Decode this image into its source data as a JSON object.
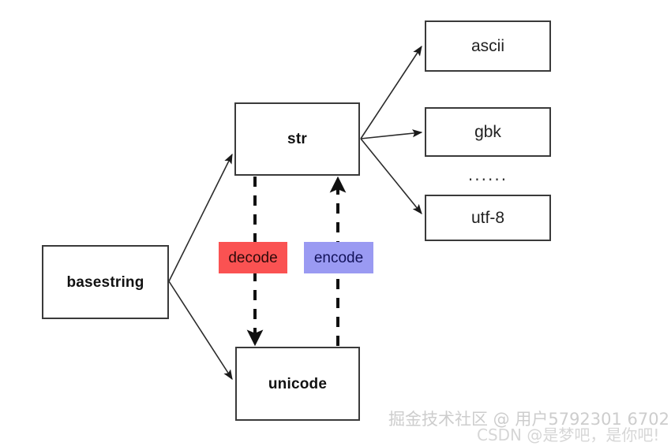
{
  "diagram": {
    "type": "flow-diagram",
    "title_visible": false,
    "background_color": "#ffffff",
    "nodes": [
      {
        "id": "basestring",
        "label": "basestring",
        "style": "box-bold",
        "border_color": "#3a3a3a",
        "fill": "#ffffff"
      },
      {
        "id": "str",
        "label": "str",
        "style": "box-bold",
        "border_color": "#3a3a3a",
        "fill": "#ffffff"
      },
      {
        "id": "unicode",
        "label": "unicode",
        "style": "box-bold",
        "border_color": "#3a3a3a",
        "fill": "#ffffff"
      },
      {
        "id": "ascii",
        "label": "ascii",
        "style": "box-regular",
        "border_color": "#3a3a3a",
        "fill": "#ffffff"
      },
      {
        "id": "gbk",
        "label": "gbk",
        "style": "box-regular",
        "border_color": "#3a3a3a",
        "fill": "#ffffff"
      },
      {
        "id": "utf8",
        "label": "utf-8",
        "style": "box-regular",
        "border_color": "#3a3a3a",
        "fill": "#ffffff"
      }
    ],
    "ellipsis": "......",
    "operations": [
      {
        "id": "decode",
        "label": "decode",
        "fill": "#fa5252",
        "text_color": "#2d0a0a",
        "direction": "str-to-unicode"
      },
      {
        "id": "encode",
        "label": "encode",
        "fill": "#9a9af2",
        "text_color": "#12125a",
        "direction": "unicode-to-str"
      }
    ],
    "edges": [
      {
        "from": "basestring",
        "to": "str",
        "style": "solid",
        "arrow": "to"
      },
      {
        "from": "basestring",
        "to": "unicode",
        "style": "solid",
        "arrow": "to"
      },
      {
        "from": "str",
        "to": "ascii",
        "style": "solid",
        "arrow": "to"
      },
      {
        "from": "str",
        "to": "gbk",
        "style": "solid",
        "arrow": "to"
      },
      {
        "from": "str",
        "to": "utf8",
        "style": "solid",
        "arrow": "to"
      },
      {
        "from": "str",
        "to": "unicode",
        "style": "dashed",
        "arrow": "to",
        "label": "decode"
      },
      {
        "from": "unicode",
        "to": "str",
        "style": "dashed",
        "arrow": "to",
        "label": "encode"
      }
    ]
  },
  "watermarks": {
    "juejin": "掘金技术社区 @ 用户5792301 6702",
    "csdn": "CSDN @是梦吧，是你吧!"
  }
}
